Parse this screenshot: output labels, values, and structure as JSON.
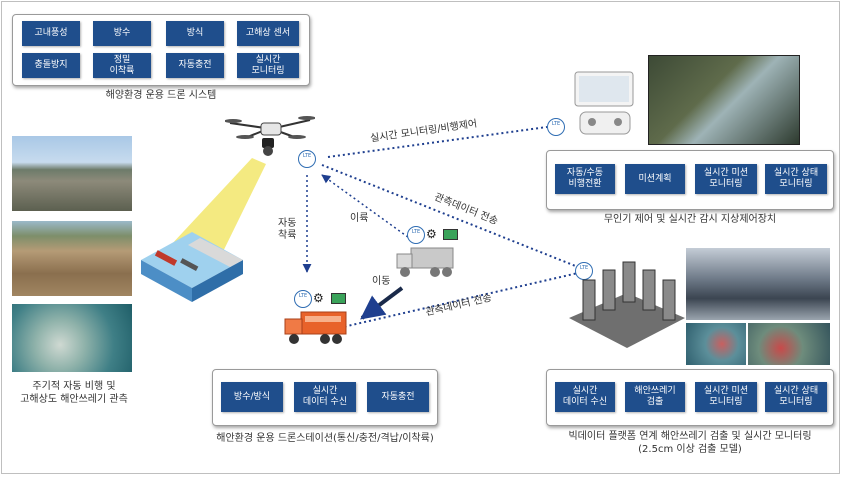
{
  "drone_system": {
    "row1": [
      "고내풍성",
      "방수",
      "방식",
      "고해상 센서"
    ],
    "row2": [
      "충돌방지",
      "정밀\n이착륙",
      "자동충전",
      "실시간\n모니터링"
    ],
    "caption": "해양환경 운용 드론 시스템"
  },
  "gcs": {
    "buttons": [
      "자동/수동\n비행전환",
      "미션계획",
      "실시간 미션\n모니터링",
      "실시간 상태\n모니터링"
    ],
    "caption": "무인기 제어 및 실시간 감시 지상제어장치"
  },
  "station": {
    "buttons": [
      "방수/방식",
      "실시간\n데이터 수신",
      "자동충전"
    ],
    "caption": "해안환경 운용 드론스테이션(통신/충전/격납/이착륙)"
  },
  "bigdata": {
    "buttons": [
      "실시간\n데이터 수신",
      "해안쓰레기\n검출",
      "실시간 미션\n모니터링",
      "실시간 상태\n모니터링"
    ],
    "caption": "빅데이터 플랫폼 연계 해안쓰레기 검출 및 실시간 모니터링\n(2.5cm 이상 검출 모델)"
  },
  "patrol": {
    "caption": "주기적 자동 비행 및\n고해상도 해안쓰레기 관측"
  },
  "links": {
    "monitor_control": "실시간 모니터링/비행제어",
    "data_transfer_1": "관측데이터 전송",
    "data_transfer_2": "관측데이터 전송",
    "auto_landing": "자동\n착륙",
    "takeoff": "이륙",
    "move": "이동"
  },
  "lte_badge": "LTE",
  "colors": {
    "button_blue": "#1f4e8c",
    "link_blue": "#1f3f8f",
    "beam_yellow": "#f2e66b",
    "truck_orange": "#e8622a"
  },
  "icons": [
    "drone-icon",
    "lte-badge-icon",
    "truck-icon",
    "server-rack-icon",
    "controller-icon",
    "settings-icon",
    "battery-icon"
  ]
}
